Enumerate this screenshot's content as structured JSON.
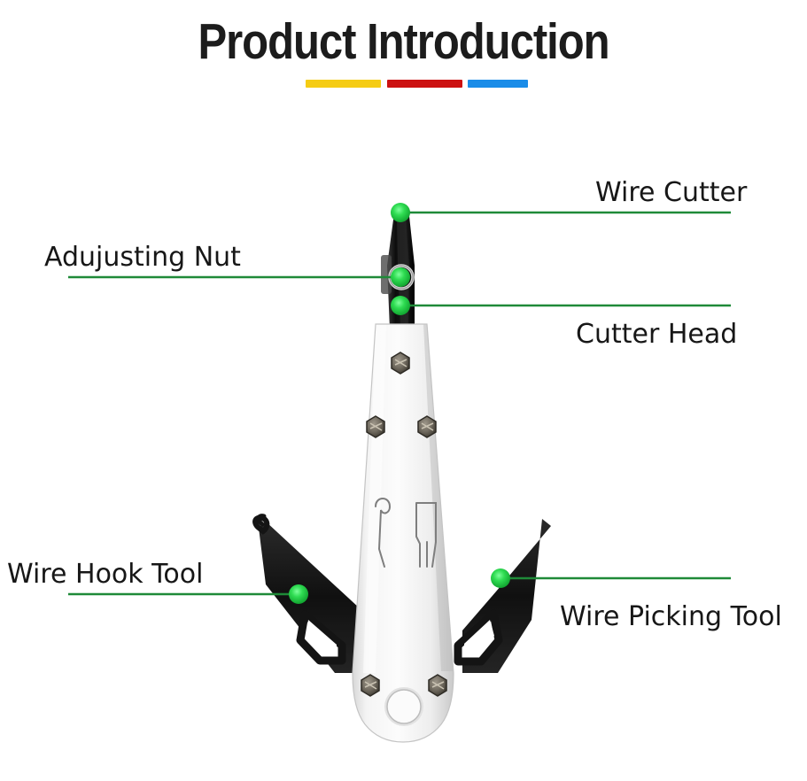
{
  "header": {
    "title": "Product Introduction",
    "rules": [
      {
        "name": "yellow",
        "color": "#f5cc14"
      },
      {
        "name": "red",
        "color": "#cc1111"
      },
      {
        "name": "blue",
        "color": "#1a8ce8"
      }
    ]
  },
  "callouts": [
    {
      "id": "wire-cutter",
      "label": "Wire Cutter",
      "underline": true
    },
    {
      "id": "adujusting-nut",
      "label": "Adujusting Nut",
      "underline": true
    },
    {
      "id": "cutter-head",
      "label": "Cutter Head",
      "underline": false
    },
    {
      "id": "wire-hook-tool",
      "label": "Wire Hook Tool",
      "underline": true
    },
    {
      "id": "wire-picking-tool",
      "label": "Wire Picking Tool",
      "underline": false
    }
  ],
  "colors": {
    "marker_dot": "#22cc44",
    "leader_line": "#1f8a38",
    "title_text": "#1c1c1c",
    "label_text": "#171717",
    "body_white": "#f2f2f2",
    "blade_black": "#141414",
    "screw_metal": "#6e6a60"
  },
  "product": {
    "name": "punch-down-tool",
    "parts": [
      "wire-cutter-tip",
      "adjusting-nut",
      "cutter-head",
      "main-body",
      "wire-hook-blade",
      "wire-picking-blade",
      "handle-lanyard-hole"
    ]
  }
}
